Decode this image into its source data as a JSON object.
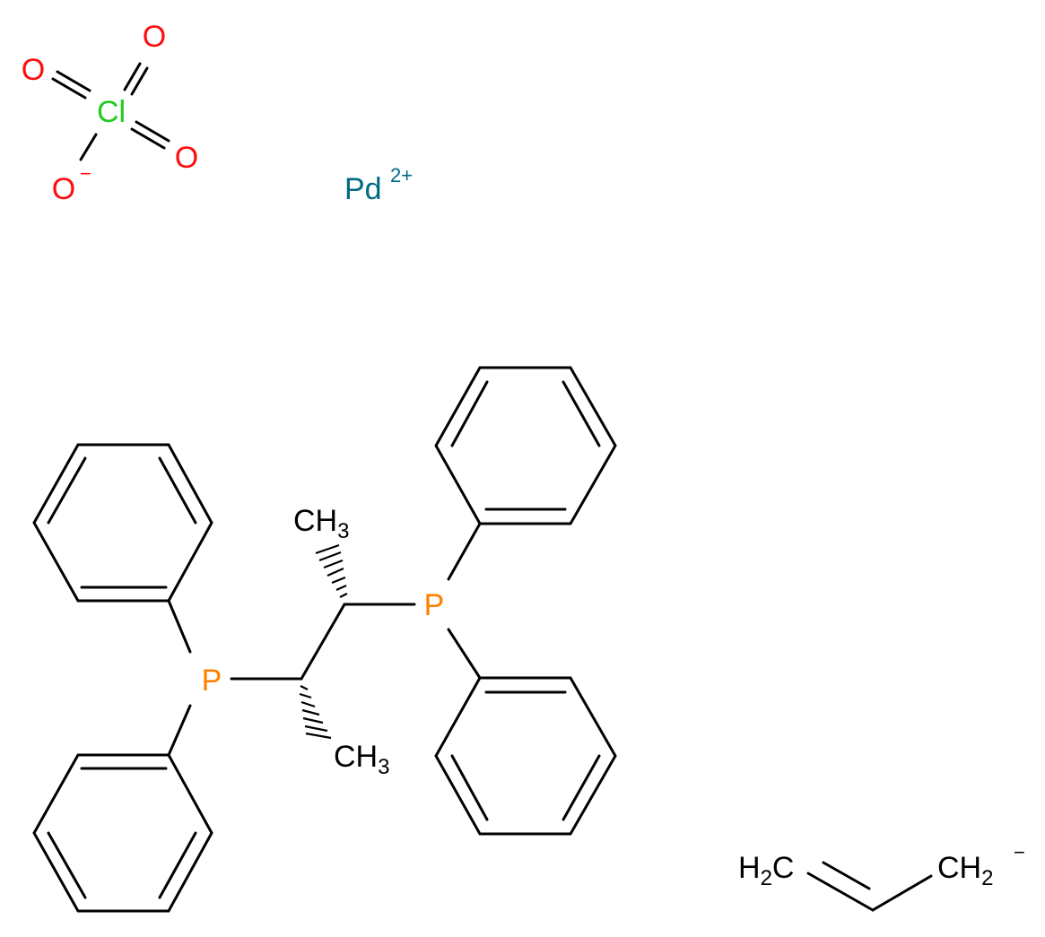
{
  "colors": {
    "bond": "#000000",
    "oxygen": "#ff0d0d",
    "chlorine": "#1fcc1f",
    "phosphorus": "#ff8000",
    "palladium": "#006985",
    "carbon": "#000000"
  },
  "perchlorate": {
    "o_top": "O",
    "o_left": "O",
    "cl": "Cl",
    "o_right": "O",
    "o_anion": "O",
    "o_anion_charge": "−"
  },
  "palladium": {
    "symbol": "Pd",
    "charge": "2+"
  },
  "ligand": {
    "p_left": "P",
    "p_right": "P",
    "methyl_top": {
      "main": "CH",
      "sub": "3"
    },
    "methyl_bottom": {
      "main": "CH",
      "sub": "3"
    }
  },
  "allyl": {
    "left": {
      "h": "H",
      "sub": "2",
      "c": "C"
    },
    "right": {
      "main": "CH",
      "sub": "2",
      "charge": "−"
    }
  }
}
